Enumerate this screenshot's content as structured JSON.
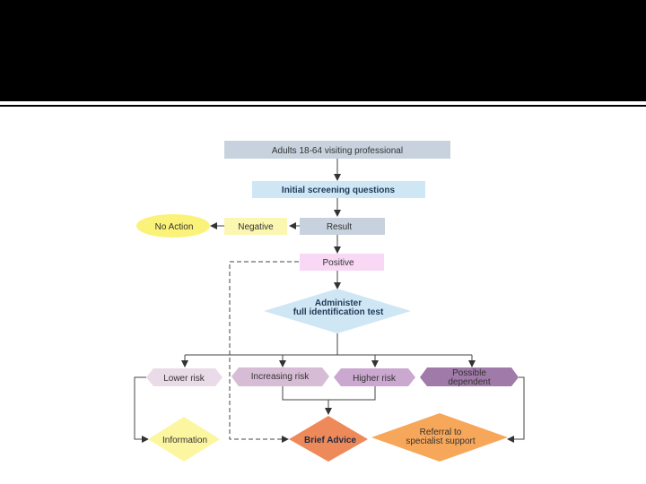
{
  "slide": {
    "title": ""
  },
  "flowchart": {
    "start": "Adults 18-64 visiting professional",
    "screening": "Initial screening questions",
    "result": "Result",
    "negative": "Negative",
    "no_action": "No Action",
    "positive": "Positive",
    "administer_line1": "Administer",
    "administer_line2": "full identification test",
    "lower_risk": "Lower risk",
    "increasing_risk": "Increasing risk",
    "higher_risk": "Higher risk",
    "possible_line1": "Possible",
    "possible_line2": "dependent",
    "information": "Information",
    "brief_advice": "Brief Advice",
    "referral_line1": "Referral to",
    "referral_line2": "specialist support"
  },
  "colors": {
    "title_bar": "#000000",
    "start_box": "#c7d2de",
    "screening_box": "#cfe6f5",
    "result_box": "#c7d2de",
    "negative_box": "#fbf6b0",
    "no_action_ellipse": "#fbf27a",
    "positive_box": "#f8d8f4",
    "administer_diamond": "#cfe6f5",
    "lower_risk": "#eadbe8",
    "increasing_risk": "#d7bcd6",
    "higher_risk": "#caa8d0",
    "possible_dependent": "#a07aa8",
    "information": "#fdf6a0",
    "brief_advice": "#ee8a5a",
    "referral": "#f7a75a"
  }
}
